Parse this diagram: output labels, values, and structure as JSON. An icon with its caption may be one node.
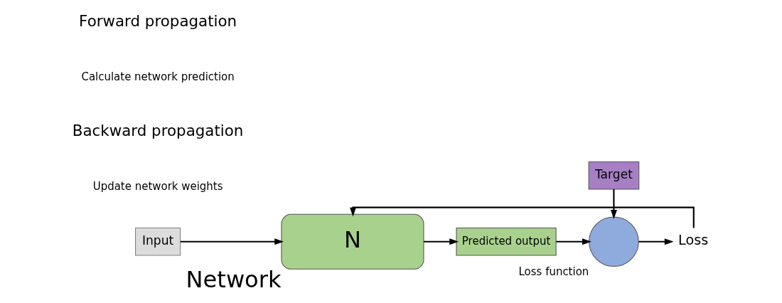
{
  "diagram": {
    "nodes": [
      {
        "text": [
          "Input"
        ]
      },
      {
        "text": [
          "Network",
          "N"
        ]
      },
      {
        "text": [
          "Predicted output"
        ]
      },
      {
        "text": [
          "Loss function"
        ]
      },
      {
        "text": [
          "Loss"
        ]
      },
      {
        "text": [
          "Target"
        ]
      }
    ],
    "edges": [
      {
        "from": 0,
        "to": 1,
        "arrow": "to"
      },
      {
        "from": 1,
        "to": 2,
        "arrow": "to"
      },
      {
        "from": 2,
        "to": 3,
        "arrow": "to"
      },
      {
        "from": 3,
        "to": 4,
        "arrow": "to"
      },
      {
        "from": 5,
        "to": 3,
        "arrow": "to"
      },
      {
        "from": 4,
        "to": 1,
        "arrow": "to"
      }
    ],
    "labels": [
      "Backward propagation",
      "Update network weights",
      "Forward propagation",
      "Calculate network prediction"
    ]
  }
}
